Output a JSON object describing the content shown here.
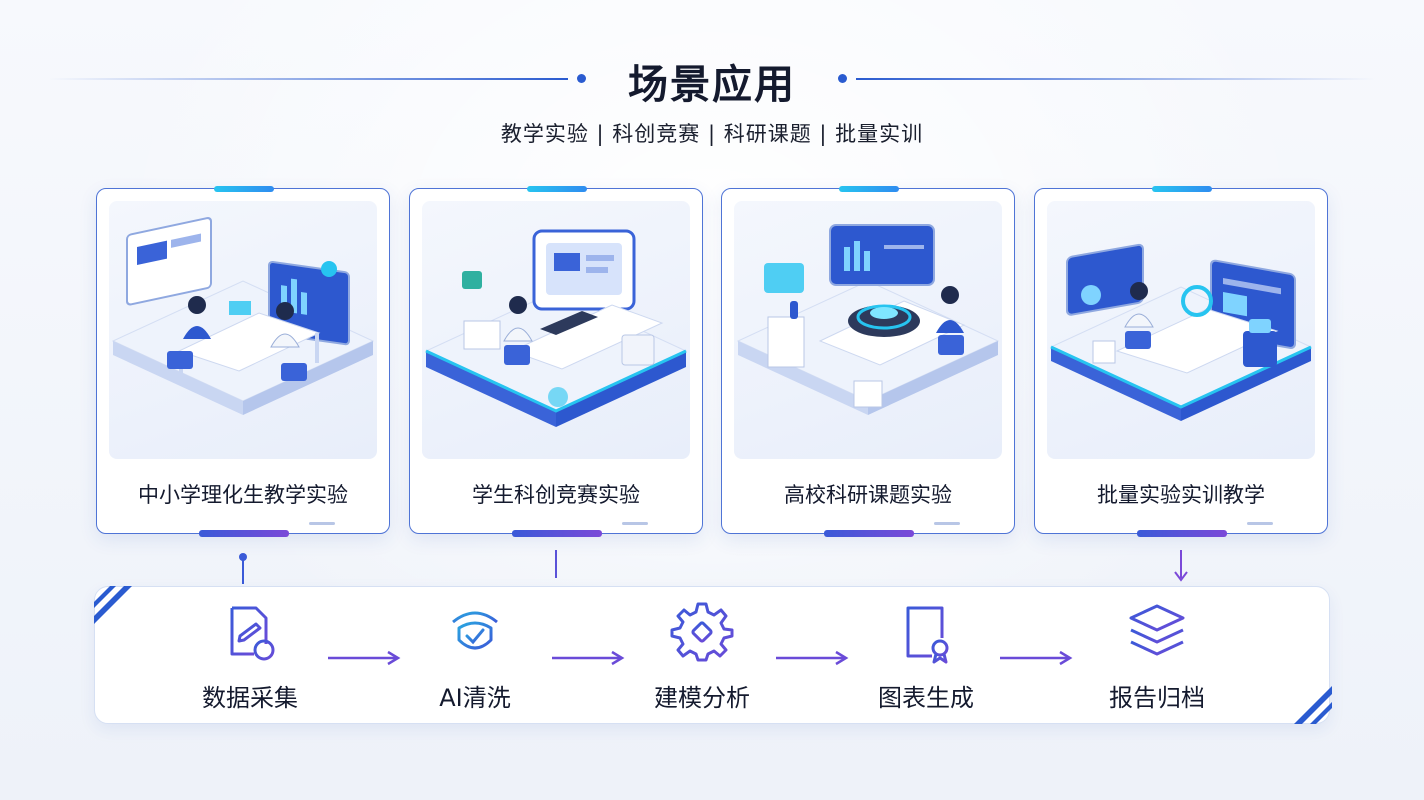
{
  "header": {
    "title": "场景应用",
    "subtitle": "教学实验 | 科创竞赛 | 科研课题 | 批量实训"
  },
  "cards": [
    {
      "label": "中小学理化生教学实验",
      "icon": "classroom-lab-illustration"
    },
    {
      "label": "学生科创竞赛实验",
      "icon": "student-workstation-illustration"
    },
    {
      "label": "高校科研课题实验",
      "icon": "research-lab-illustration"
    },
    {
      "label": "批量实验实训教学",
      "icon": "batch-training-illustration"
    }
  ],
  "flow": {
    "steps": [
      {
        "label": "数据采集",
        "icon": "document-edit-icon"
      },
      {
        "label": "AI清洗",
        "icon": "shield-check-icon"
      },
      {
        "label": "建模分析",
        "icon": "gear-icon"
      },
      {
        "label": "图表生成",
        "icon": "report-icon"
      },
      {
        "label": "报告归档",
        "icon": "layers-icon"
      }
    ]
  },
  "colors": {
    "primary": "#2a5bd0",
    "accent_cyan": "#27c4f0",
    "accent_purple": "#7b49d8",
    "text": "#141a2e"
  }
}
